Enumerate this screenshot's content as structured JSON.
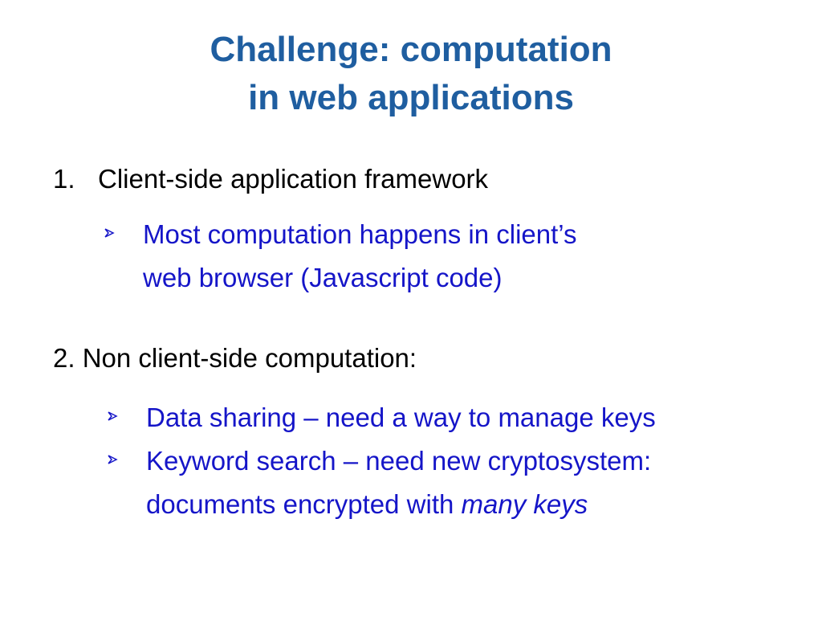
{
  "title": {
    "line1": "Challenge: computation",
    "line2": "in web applications"
  },
  "point1": {
    "number": "1.",
    "text": "Client-side application framework",
    "bullets": [
      {
        "icon": "arrow-bullet-icon",
        "line1": "Most computation happens in client’s",
        "line2": "web browser (Javascript code)"
      }
    ]
  },
  "point2": {
    "text": "2. Non client-side computation:",
    "bullets": [
      {
        "icon": "arrow-bullet-icon",
        "line1": "Data sharing – need a way to manage keys"
      },
      {
        "icon": "arrow-bullet-icon",
        "line1": "Keyword search – need new cryptosystem:",
        "line2_plain": "documents encrypted with ",
        "line2_italic": "many keys"
      }
    ]
  },
  "colors": {
    "title": "#1f5ea0",
    "bullet_text": "#1515c8",
    "body_text": "#000000"
  }
}
